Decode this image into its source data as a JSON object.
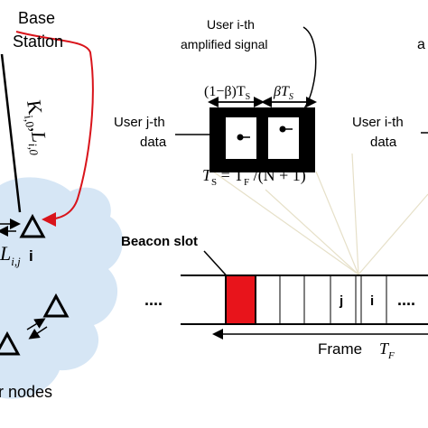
{
  "left": {
    "base_station_line1": "Base",
    "base_station_line2": "Station",
    "channel_k": "K",
    "channel_k_sub": "i,0",
    "channel_l": "L",
    "channel_l_sub": "i,0",
    "node_i_label": "i",
    "link_l": "L",
    "link_l_sub": "i,j",
    "other_nodes_partial": "r nodes"
  },
  "top_slots": {
    "amplified_line1": "User i-th",
    "amplified_line2": "amplified signal",
    "slot1_dim": "(1−β)T",
    "slot1_sub": "S",
    "slot2_dim": "βT",
    "slot2_sub": "S",
    "data_j_line1": "User j-th",
    "data_j_line2": "data",
    "formula_ts": "T",
    "formula_ts_sub": "S",
    "formula_eq1": " = T",
    "formula_tf_sub": "F",
    "formula_rest": " /(N + 1)",
    "data_i_line1": "User i-th",
    "data_i_line2": "data",
    "partial_right_a": "a"
  },
  "frame": {
    "beacon_label": "Beacon slot",
    "left_dots": "....",
    "slot_j": "j",
    "slot_i": "i",
    "right_dots": "....",
    "frame_label": "Frame",
    "frame_t": "T",
    "frame_t_sub": "F"
  },
  "colors": {
    "beacon_red": "#e8141b",
    "arrow_red": "#d9141b",
    "cloud_blue": "#d6e6f5",
    "projection_line": "#e6e0c8"
  }
}
